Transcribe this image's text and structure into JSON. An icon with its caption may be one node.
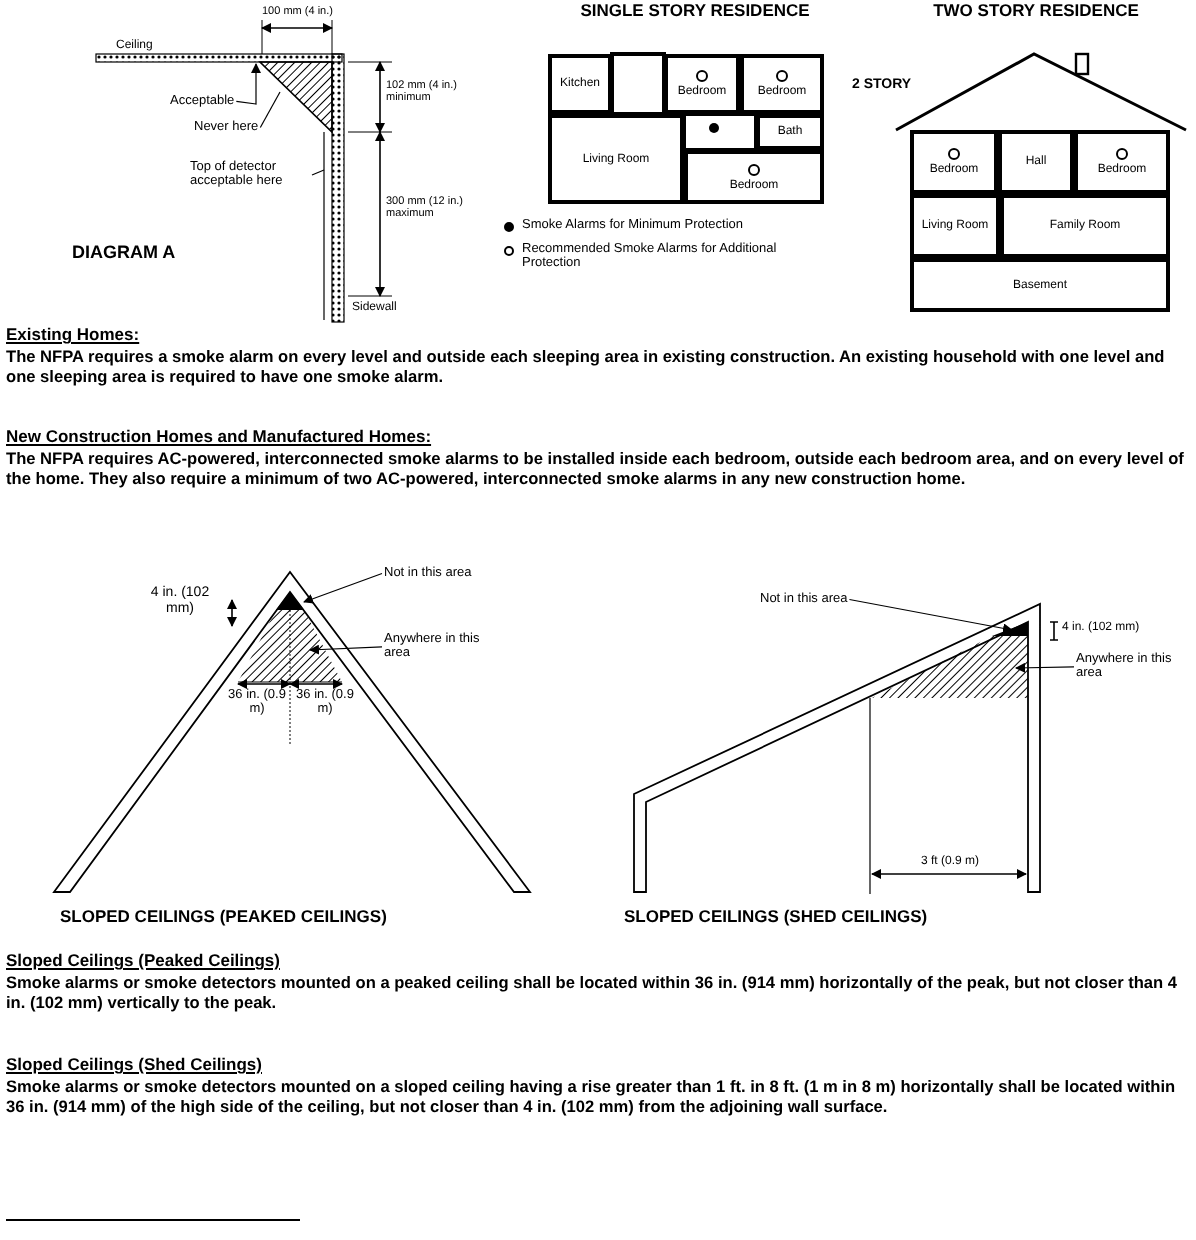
{
  "diagram": {
    "nodes": [
      {
        "text": [
          "Acceptable"
        ]
      },
      {
        "text": [
          "Never here"
        ]
      },
      {
        "text": [
          "Top of detector acceptable here"
        ]
      },
      {
        "text": [
          "Kitchen"
        ]
      },
      {
        "text": [
          "Bedroom"
        ]
      },
      {
        "text": [
          "Bedroom"
        ]
      },
      {
        "text": [
          "Bath"
        ]
      },
      {
        "text": [
          "Living Room"
        ]
      },
      {
        "text": [
          "Bedroom"
        ]
      },
      {
        "text": [
          "Bedroom"
        ]
      },
      {
        "text": [
          "Hall"
        ]
      },
      {
        "text": [
          "Bedroom"
        ]
      },
      {
        "text": [
          "Living Room"
        ]
      },
      {
        "text": [
          "Family Room"
        ]
      },
      {
        "text": [
          "Basement"
        ]
      },
      {
        "text": [
          "Not in this area"
        ]
      },
      {
        "text": [
          "Anywhere in this area"
        ]
      },
      {
        "text": [
          "Not in this area"
        ]
      },
      {
        "text": [
          "Anywhere in this area"
        ]
      },
      {
        "text": [],
        "shape": "triangle"
      },
      {
        "text": [],
        "shape": "box"
      }
    ],
    "edges": [
      {
        "from": 0,
        "to": null,
        "arrow": "to"
      },
      {
        "from": 1,
        "to": null,
        "arrow": "none"
      },
      {
        "from": 2,
        "to": null,
        "arrow": "none"
      },
      {
        "from": 15,
        "to": null,
        "arrow": "to"
      },
      {
        "from": 16,
        "to": null,
        "arrow": "to"
      },
      {
        "from": 17,
        "to": 19,
        "arrow": "to"
      },
      {
        "from": 18,
        "to": 20,
        "arrow": "to"
      }
    ],
    "labels": [
      "Ceiling",
      "100 mm (4 in.)",
      "102 mm (4 in.) minimum",
      "300 mm (12 in.) maximum",
      "Sidewall",
      "DIAGRAM A",
      "SINGLE STORY RESIDENCE",
      "TWO STORY RESIDENCE",
      "2 STORY",
      "Existing Homes:",
      "The NFPA requires a smoke alarm on every level and outside each sleeping area in existing construction. An existing household with one level and one sleeping area is required to have one smoke alarm.",
      "New Construction Homes and Manufactured Homes:",
      "The NFPA requires AC-powered, interconnected smoke alarms to be installed inside each bedroom, outside each bedroom area, and on every level of the home. They also require a minimum of two AC-powered, interconnected smoke alarms in any new construction home.",
      "4 in. (102 mm)",
      "36 in. (0.9 m)",
      "36 in. (0.9 m)",
      "4 in. (102 mm)",
      "SLOPED CEILINGS (PEAKED CEILINGS)",
      "3 ft (0.9 m)",
      "SLOPED CEILINGS (SHED CEILINGS)",
      "Sloped Ceilings (Peaked Ceilings)",
      "Smoke alarms or smoke detectors mounted on a peaked ceiling shall be located within 36 in. (914 mm) horizontally of the peak, but not closer than 4 in. (102 mm) vertically to the peak.",
      "Sloped Ceilings (Shed Ceilings)",
      "Smoke alarms or smoke detectors mounted on a sloped ceiling having a rise greater than 1 ft. in 8 ft. (1 m in 8 m) horizontally shall be located within 36 in. (914 mm) of the high side of the ceiling, but not closer than 4 in. (102 mm) from the adjoining wall surface."
    ],
    "legend": [
      {
        "text": "Smoke Alarms for Minimum Protection"
      },
      {
        "text": "Recommended Smoke Alarms for Additional Protection"
      }
    ]
  }
}
